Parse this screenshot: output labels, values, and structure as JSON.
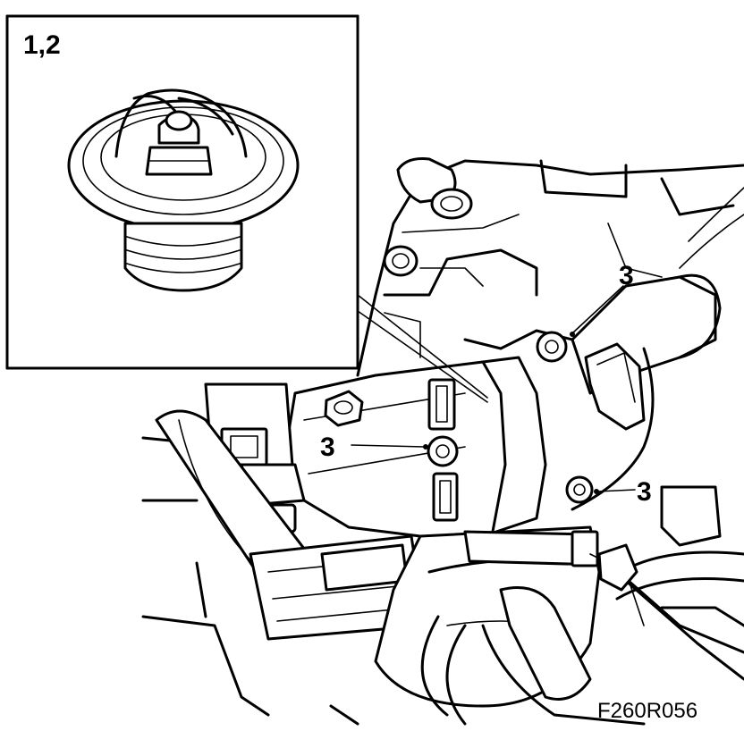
{
  "diagram": {
    "inset_label": "1,2",
    "callouts": [
      "3",
      "3",
      "3"
    ],
    "reference_code": "F260R056"
  },
  "colors": {
    "ink": "#000000",
    "paper": "#ffffff"
  },
  "parts": {
    "inset": "thermostat",
    "main": "thermostat-housing-assembly"
  }
}
